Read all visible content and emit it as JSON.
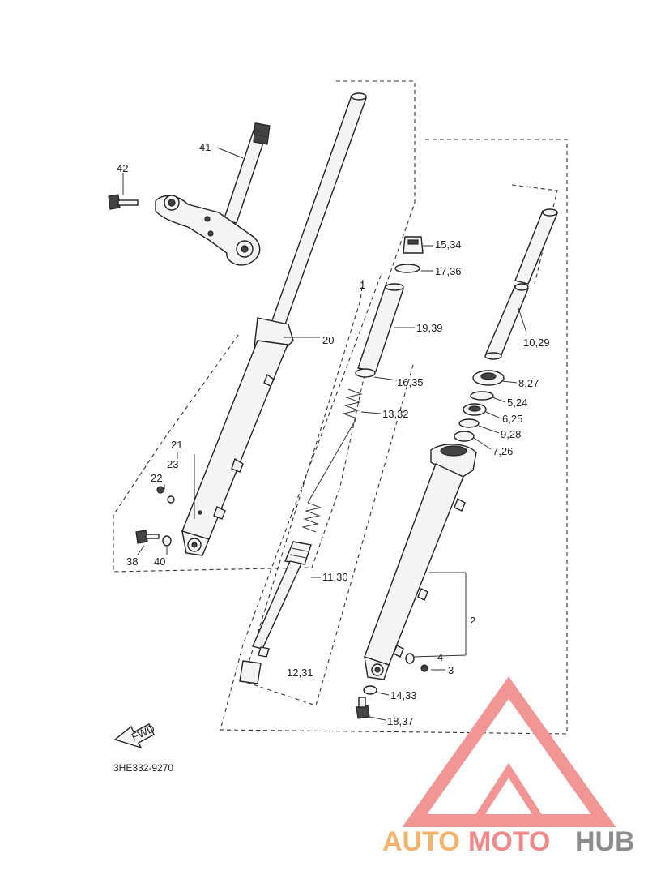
{
  "labels": {
    "p41": "41",
    "p42": "42",
    "p15_34": "15,34",
    "p17_36": "17,36",
    "p1": "1",
    "p19_39": "19,39",
    "p10_29": "10,29",
    "p20": "20",
    "p16_35": "16,35",
    "p8_27": "8,27",
    "p5_24": "5,24",
    "p13_32": "13,32",
    "p6_25": "6,25",
    "p9_28": "9,28",
    "p21": "21",
    "p7_26": "7,26",
    "p23": "23",
    "p22": "22",
    "p38": "38",
    "p40": "40",
    "p11_30": "11,30",
    "p2": "2",
    "p4": "4",
    "p3": "3",
    "p12_31": "12,31",
    "p14_33": "14,33",
    "p18_37": "18,37"
  },
  "fwd_label": "FWD",
  "diagram_code": "3HE332-9270",
  "watermark": {
    "part1": "AUTO",
    "part2": "MOTO",
    "part3": "HUB",
    "colors": {
      "auto": "#f4b36a",
      "moto": "#f08a8a",
      "hub": "#8d8d8d"
    }
  }
}
